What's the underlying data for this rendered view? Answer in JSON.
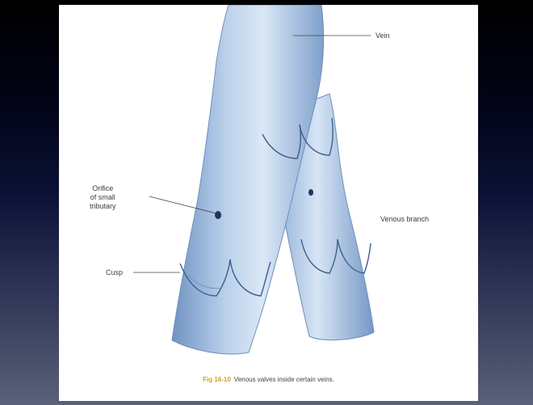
{
  "labels": {
    "vein": "Vein",
    "orifice_line1": "Orifice",
    "orifice_line2": "of small",
    "orifice_line3": "tributary",
    "venous_branch": "Venous branch",
    "cusp": "Cusp"
  },
  "caption": {
    "figure_number": "Fig 16-10",
    "text": "Venous valves inside certain veins."
  },
  "colors": {
    "vessel_light": "#dbe8f6",
    "vessel_mid": "#a9c4e3",
    "vessel_dark": "#6f93c2",
    "caption_accent": "#d4a21a"
  }
}
